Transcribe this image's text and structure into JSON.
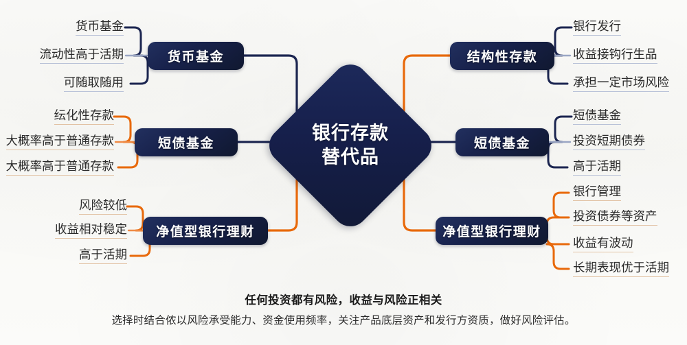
{
  "theme": {
    "navy": "#16204a",
    "navy_line": "#1b2550",
    "orange": "#e8690b",
    "background": "#fbfbf9",
    "leaf_text": "#2b2b2b",
    "underline_navy": "#b9c2d8",
    "underline_orange": "#e2c2a4"
  },
  "center": {
    "line1": "银行存款",
    "line2": "替代品"
  },
  "left_branches": [
    {
      "label": "货币基金",
      "color": "navy",
      "leaves": [
        "货币基金",
        "流动性高于活期",
        "可随取随用"
      ]
    },
    {
      "label": "短债基金",
      "color": "orange",
      "leaves": [
        "纭化性存款",
        "大概率高于普通存款",
        "大概率高于普通存款"
      ]
    },
    {
      "label": "净值型银行理财",
      "color": "orange",
      "leaves": [
        "风险较低",
        "收益相对稳定",
        "高于活期"
      ]
    }
  ],
  "right_branches": [
    {
      "label": "结构性存款",
      "color": "navy",
      "leaves": [
        "银行发行",
        "收益接钩行生品",
        "承担一定市场风险"
      ]
    },
    {
      "label": "短债基金",
      "color": "navy",
      "leaves": [
        "短债基金",
        "投资短期债券",
        "高于活期"
      ]
    },
    {
      "label": "净值型银行理财",
      "color": "orange",
      "leaves": [
        "银行管理",
        "投资债券等资产",
        "收益有波动",
        "长期表现优于活期"
      ]
    }
  ],
  "footer": {
    "main": "任何投资都有风险，收益与风险正相关",
    "sub": "选择时结合侬以风险承受能力、资金使用频率，关注产品底层资产和发行方资质，做好风险评估。"
  }
}
